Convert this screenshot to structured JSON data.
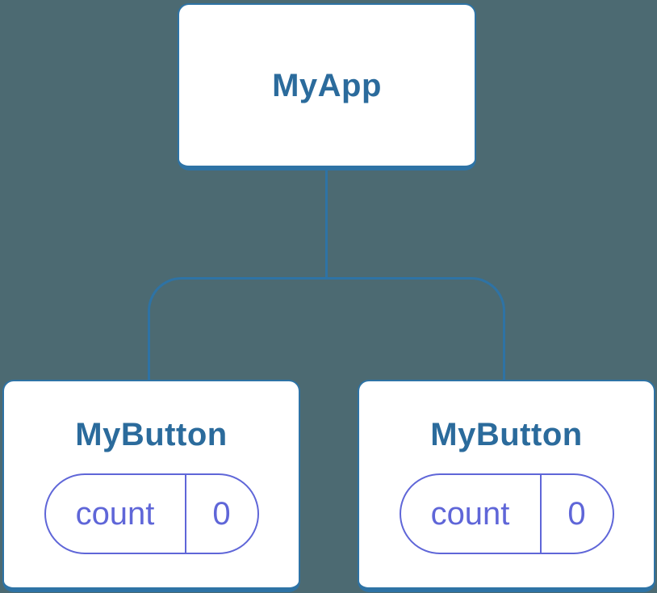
{
  "diagram": {
    "root": {
      "label": "MyApp"
    },
    "children": [
      {
        "label": "MyButton",
        "state": {
          "label": "count",
          "value": "0"
        }
      },
      {
        "label": "MyButton",
        "state": {
          "label": "count",
          "value": "0"
        }
      }
    ]
  },
  "colors": {
    "background": "#4C6A72",
    "connector": "#2E73A5",
    "node_title": "#2B6B9C",
    "node_background": "#FFFFFF",
    "state_pill": "#5F66D8"
  }
}
